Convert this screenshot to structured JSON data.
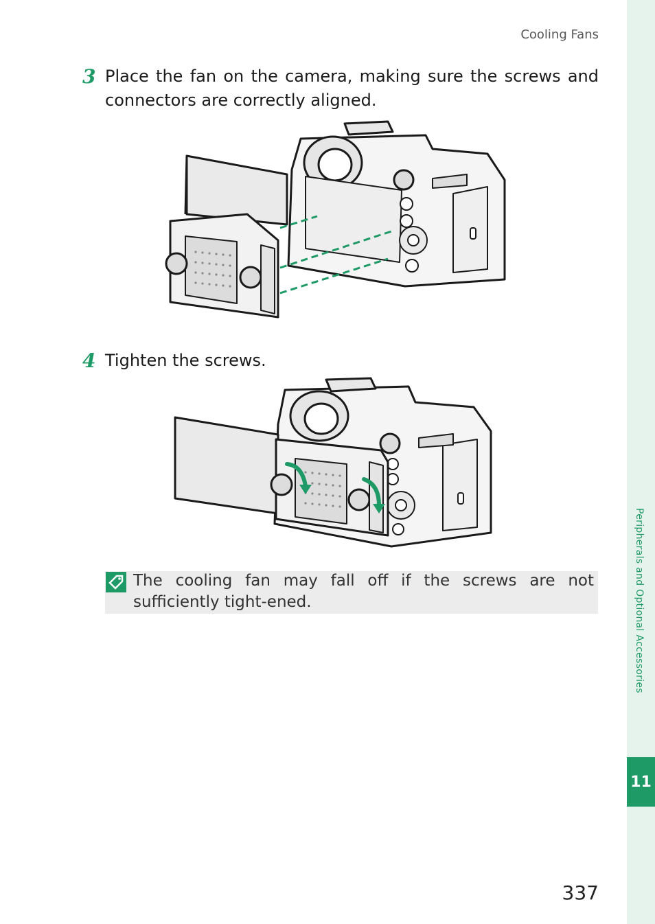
{
  "running_head": "Cooling Fans",
  "steps": [
    {
      "number": "3",
      "text": "Place the fan on the camera, making sure the screws and connectors are correctly aligned."
    },
    {
      "number": "4",
      "text": "Tighten the screws."
    }
  ],
  "note": {
    "icon": "note-icon",
    "text": "The cooling fan may fall off if the screws are not sufficiently tight-ened."
  },
  "side_tab": {
    "label": "Peripherals and Optional Accessories",
    "chapter": "11"
  },
  "page_number": "337",
  "colors": {
    "accent": "#1d9a66",
    "tab_background": "#e6f3ec",
    "note_background": "#ececec"
  }
}
